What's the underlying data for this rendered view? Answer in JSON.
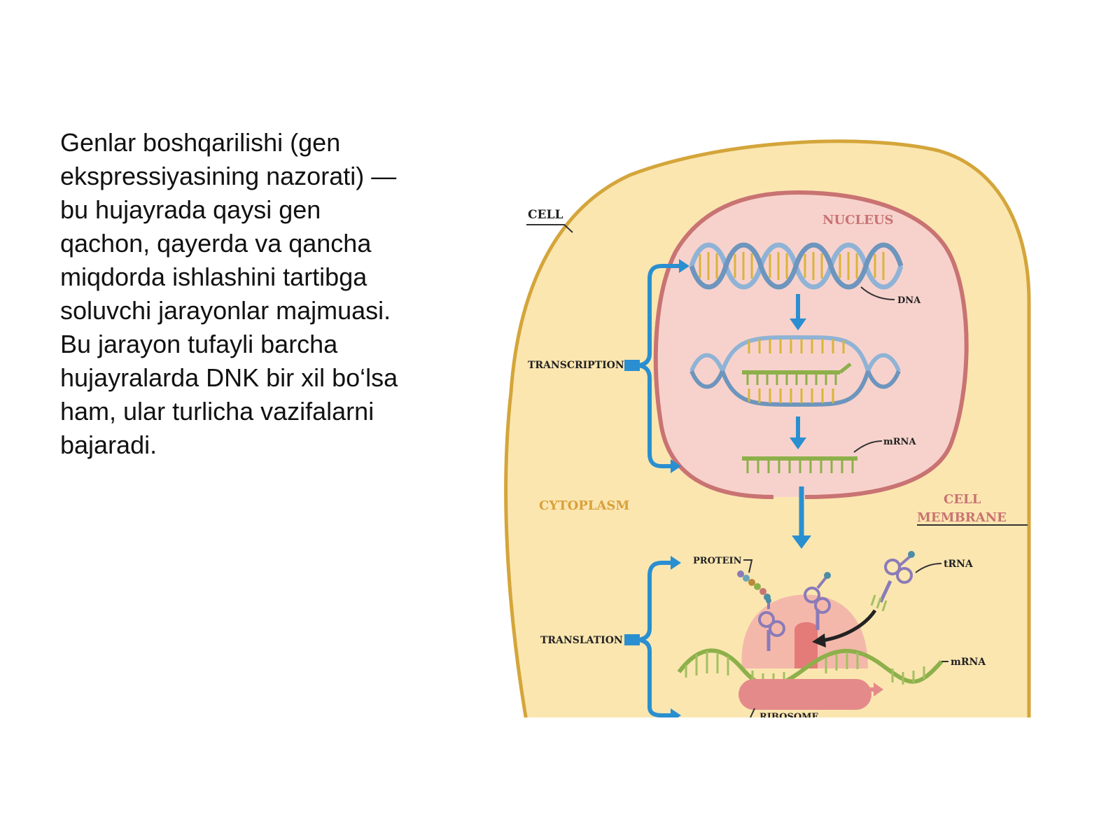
{
  "slide": {
    "paragraph": "Genlar boshqarilishi (gen ekspressiyasining nazorati) — bu hujayrada qaysi gen qachon, qayerda va qancha miqdorda ishlashini tartibga soluvchi jarayonlar majmuasi. Bu jarayon tufayli barcha hujayralarda DNK bir xil bo‘lsa ham, ular turlicha vazifalarni bajaradi."
  },
  "diagram": {
    "labels": {
      "cell": "CELL",
      "nucleus": "NUCLEUS",
      "dna": "DNA",
      "transcription": "TRANSCRIPTION",
      "mrna_nucleus": "mRNA",
      "cytoplasm": "CYTOPLASM",
      "cell_membrane_line1": "CELL",
      "cell_membrane_line2": "MEMBRANE",
      "protein": "PROTEIN",
      "trna": "tRNA",
      "translation": "TRANSLATION",
      "mrna_cytoplasm": "mRNA",
      "ribosome": "RIBOSOME"
    },
    "colors": {
      "cytoplasm_fill": "#fbe6b0",
      "cell_membrane": "#d4a53a",
      "nucleus_fill": "#f7d2cc",
      "nucleus_membrane": "#c97373",
      "arrow_blue": "#2a8fd0",
      "dna_yellow": "#d9b43a",
      "dna_blue": "#8fb3d6",
      "mrna_green": "#8db04a",
      "ribosome": "#e58a8a",
      "nucleus_label": "#c97373",
      "cytoplasm_label": "#d9a03a"
    }
  }
}
